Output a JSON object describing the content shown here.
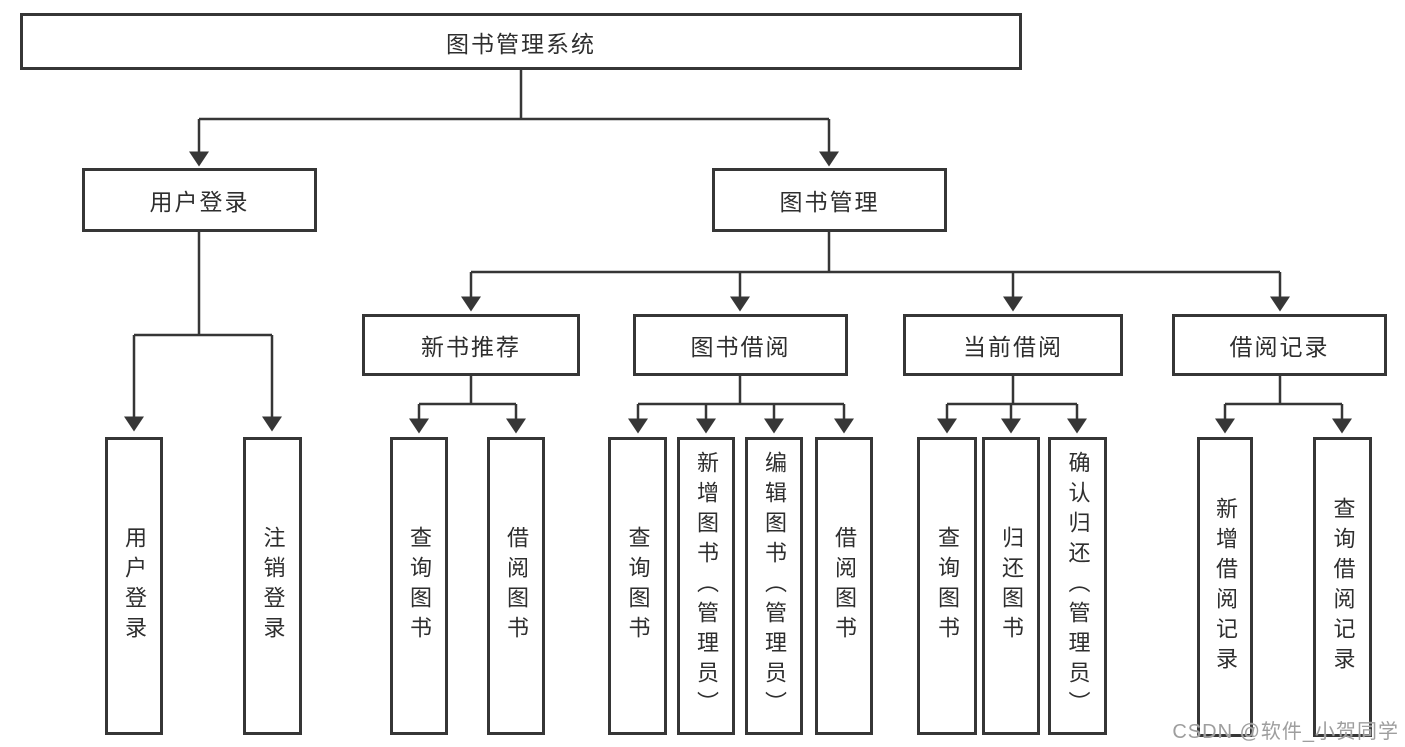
{
  "diagram": {
    "root": {
      "label": "图书管理系统"
    },
    "user_login": {
      "label": "用户登录",
      "children": {
        "login": {
          "label": "用户登录"
        },
        "logout": {
          "label": "注销登录"
        }
      }
    },
    "book_management": {
      "label": "图书管理",
      "children": {
        "new_book_recommend": {
          "label": "新书推荐",
          "children": {
            "query_books": {
              "label": "查询图书"
            },
            "borrow_books": {
              "label": "借阅图书"
            }
          }
        },
        "book_borrow": {
          "label": "图书借阅",
          "children": {
            "query_books": {
              "label": "查询图书"
            },
            "add_books": {
              "label": "新增图书（管理员）"
            },
            "edit_books": {
              "label": "编辑图书（管理员）"
            },
            "borrow_books": {
              "label": "借阅图书"
            }
          }
        },
        "current_borrow": {
          "label": "当前借阅",
          "children": {
            "query_books": {
              "label": "查询图书"
            },
            "return_books": {
              "label": "归还图书"
            },
            "confirm_return": {
              "label": "确认归还（管理员）"
            }
          }
        },
        "borrow_record": {
          "label": "借阅记录",
          "children": {
            "add_record": {
              "label": "新增借阅记录"
            },
            "query_record": {
              "label": "查询借阅记录"
            }
          }
        }
      }
    }
  },
  "watermark": {
    "text": "CSDN @软件_小贺同学"
  },
  "colors": {
    "line": "#363636",
    "node_border": "#363636",
    "text": "#2e2e2e",
    "watermark": "#9e9e9e",
    "background": "#ffffff"
  }
}
